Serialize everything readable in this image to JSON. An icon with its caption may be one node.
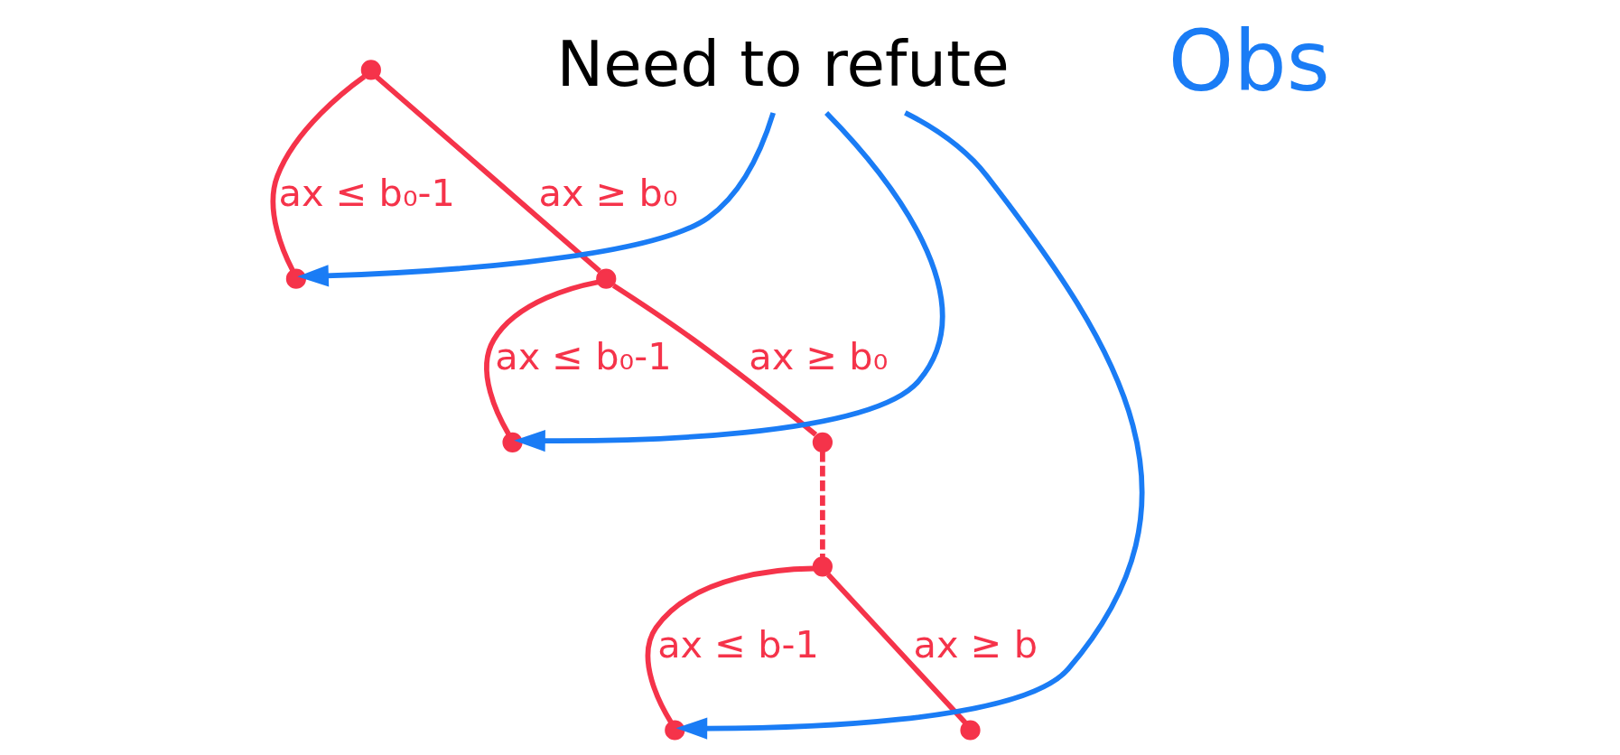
{
  "diagram": {
    "nodes": [
      {
        "text": [],
        "shape": "point"
      },
      {
        "text": [],
        "shape": "point"
      },
      {
        "text": [],
        "shape": "point"
      },
      {
        "text": [],
        "shape": "point"
      },
      {
        "text": [],
        "shape": "point"
      },
      {
        "text": [],
        "shape": "point"
      },
      {
        "text": [],
        "shape": "point"
      },
      {
        "text": [],
        "shape": "point"
      },
      {
        "text": [
          "Need to refute"
        ]
      }
    ],
    "edges": [
      {
        "from": 0,
        "to": 1,
        "arrow": "none",
        "label": "ax ≤ b₀-1"
      },
      {
        "from": 0,
        "to": 2,
        "arrow": "none",
        "label": "ax ≥ b₀"
      },
      {
        "from": 2,
        "to": 3,
        "arrow": "none",
        "label": "ax ≤ b₀-1"
      },
      {
        "from": 2,
        "to": 4,
        "arrow": "none",
        "label": "ax ≥ b₀"
      },
      {
        "from": 4,
        "to": 5,
        "arrow": "none",
        "style": "dashed"
      },
      {
        "from": 5,
        "to": 6,
        "arrow": "none",
        "label": "ax ≤ b-1"
      },
      {
        "from": 5,
        "to": 7,
        "arrow": "none",
        "label": "ax ≥ b"
      },
      {
        "from": 8,
        "to": 1,
        "arrow": "to",
        "color": "#1a7cf5"
      },
      {
        "from": 8,
        "to": 3,
        "arrow": "to",
        "color": "#1a7cf5"
      },
      {
        "from": 8,
        "to": 6,
        "arrow": "to",
        "color": "#1a7cf5"
      }
    ],
    "labels": [
      "Obs"
    ]
  }
}
